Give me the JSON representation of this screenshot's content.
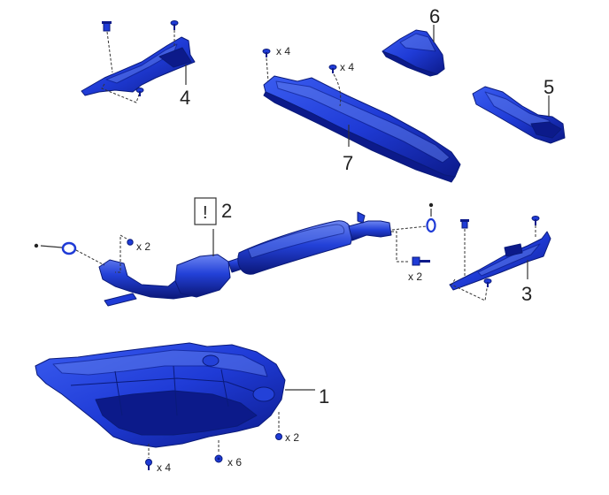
{
  "callouts": {
    "p1": "1",
    "p2": "2",
    "p3": "3",
    "p4": "4",
    "p5": "5",
    "p6": "6",
    "p7": "7"
  },
  "quantities": {
    "p7_bolt_left": "x 4",
    "p7_bolt_right": "x 4",
    "p2_nut_upper": "x 2",
    "p2_bolt_lower": "x 2",
    "p1_right": "x 2",
    "p1_left": "x 4",
    "p1_center": "x 6"
  },
  "warning_mark": "!",
  "colors": {
    "part_fill": "#1f3bd6",
    "part_dark": "#0c1a8a",
    "part_light": "#5b78e8",
    "line": "#333333"
  },
  "icons": {
    "fastener": "bolt-icon",
    "gasket": "gasket-ring-icon",
    "warning": "caution-box-icon"
  }
}
